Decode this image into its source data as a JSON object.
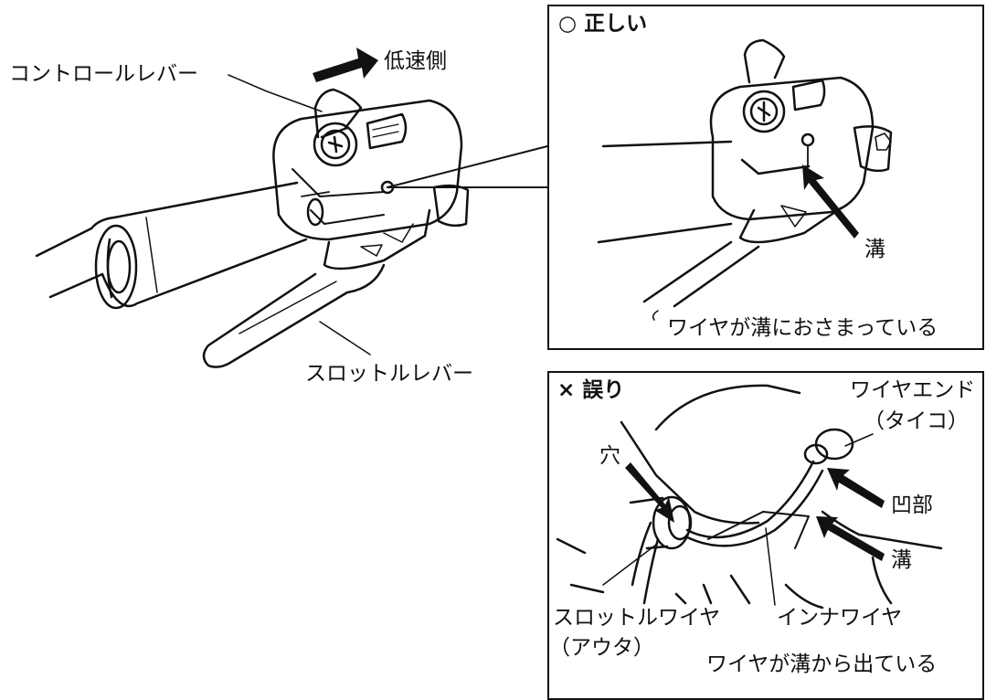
{
  "main_figure": {
    "control_lever_label": "コントロールレバー",
    "low_speed_label": "低速側",
    "throttle_lever_label": "スロットルレバー"
  },
  "correct_panel": {
    "mark": "○",
    "title": "正しい",
    "groove_label": "溝",
    "caption": "ワイヤが溝におさまっている"
  },
  "wrong_panel": {
    "mark": "×",
    "title": "誤り",
    "wire_end_label": "ワイヤエンド",
    "wire_end_sub": "（タイコ）",
    "hole_label": "穴",
    "recess_label": "凹部",
    "groove_label": "溝",
    "outer_label_line1": "スロットルワイヤ",
    "outer_label_line2": "（アウタ）",
    "inner_label": "インナワイヤ",
    "caption": "ワイヤが溝から出ている"
  },
  "colors": {
    "ink": "#111111",
    "background": "#ffffff"
  }
}
